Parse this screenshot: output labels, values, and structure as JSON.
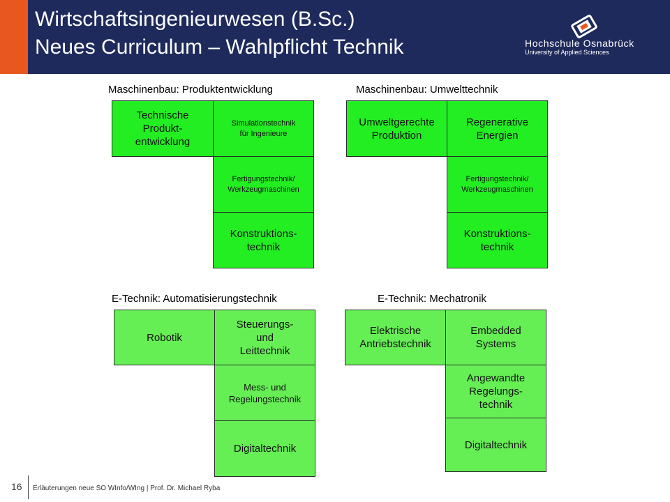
{
  "header": {
    "title_line1": "Wirtschaftsingenieurwesen (B.Sc.)",
    "title_line2": "Neues Curriculum – Wahlpflicht Technik",
    "logo_name": "Hochschule Osnabrück",
    "logo_sub": "University of Applied Sciences",
    "logo_icon": "university-logo-icon"
  },
  "sections": [
    {
      "title": "Maschinenbau: Produktentwicklung",
      "left_box": "Technische\nProdukt-\nentwicklung",
      "stack": [
        "Simulationstechnik\nfür Ingenieure",
        "Fertigungstechnik/\nWerkzeugmaschinen",
        "Konstruktions-\ntechnik"
      ]
    },
    {
      "title": "Maschinenbau: Umwelttechnik",
      "left_box": "Umweltgerechte\nProduktion",
      "stack": [
        "Regenerative\nEnergien",
        "Fertigungstechnik/\nWerkzeugmaschinen",
        "Konstruktions-\ntechnik"
      ]
    },
    {
      "title": "E-Technik: Automatisierungstechnik",
      "left_box": "Robotik",
      "stack": [
        "Steuerungs-\nund\nLeittechnik",
        "Mess- und\nRegelungstechnik",
        "Digitaltechnik"
      ]
    },
    {
      "title": "E-Technik: Mechatronik",
      "left_box": "Elektrische\nAntriebstechnik",
      "stack": [
        "Embedded\nSystems",
        "Angewandte\nRegelungs-\ntechnik",
        "Digitaltechnik"
      ]
    }
  ],
  "colors": {
    "header_bg": "#1f2a5c",
    "accent": "#e8581e",
    "module_bright": "#22ee22",
    "module_light": "#66ee55"
  },
  "footer": {
    "page_number": "16",
    "text": "Erläuterungen neue SO WInfo/WIng | Prof. Dr. Michael Ryba"
  }
}
